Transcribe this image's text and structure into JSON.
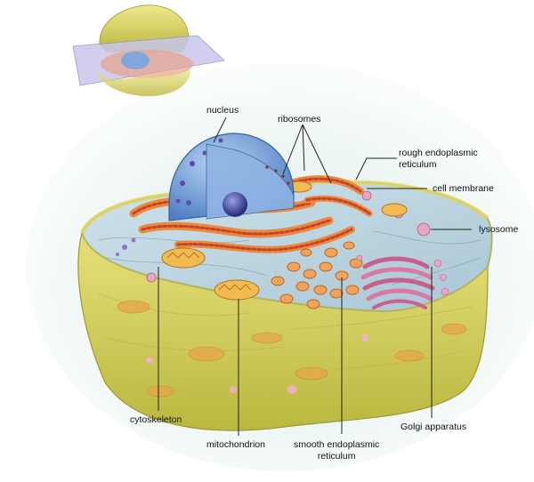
{
  "labels": {
    "nucleus": "nucleus",
    "ribosomes": "ribosomes",
    "rough_er": "rough endoplasmic\nreticulum",
    "cell_membrane": "cell membrane",
    "lysosome": "lysosome",
    "cytoskeleton": "cytoskeleton",
    "mitochondrion": "mitochondrion",
    "smooth_er": "smooth endoplasmic\nreticulum",
    "golgi": "Golgi apparatus"
  },
  "colors": {
    "membrane_yellow": "#d9d35a",
    "nucleus_blue": "#6f9fd8",
    "nucleolus": "#3a3f8f",
    "er_red": "#c8432a",
    "er_orange": "#e98a3c",
    "golgi_pink": "#c8608e",
    "lysosome_pink": "#e7a7c2",
    "leader_line": "#222222"
  }
}
